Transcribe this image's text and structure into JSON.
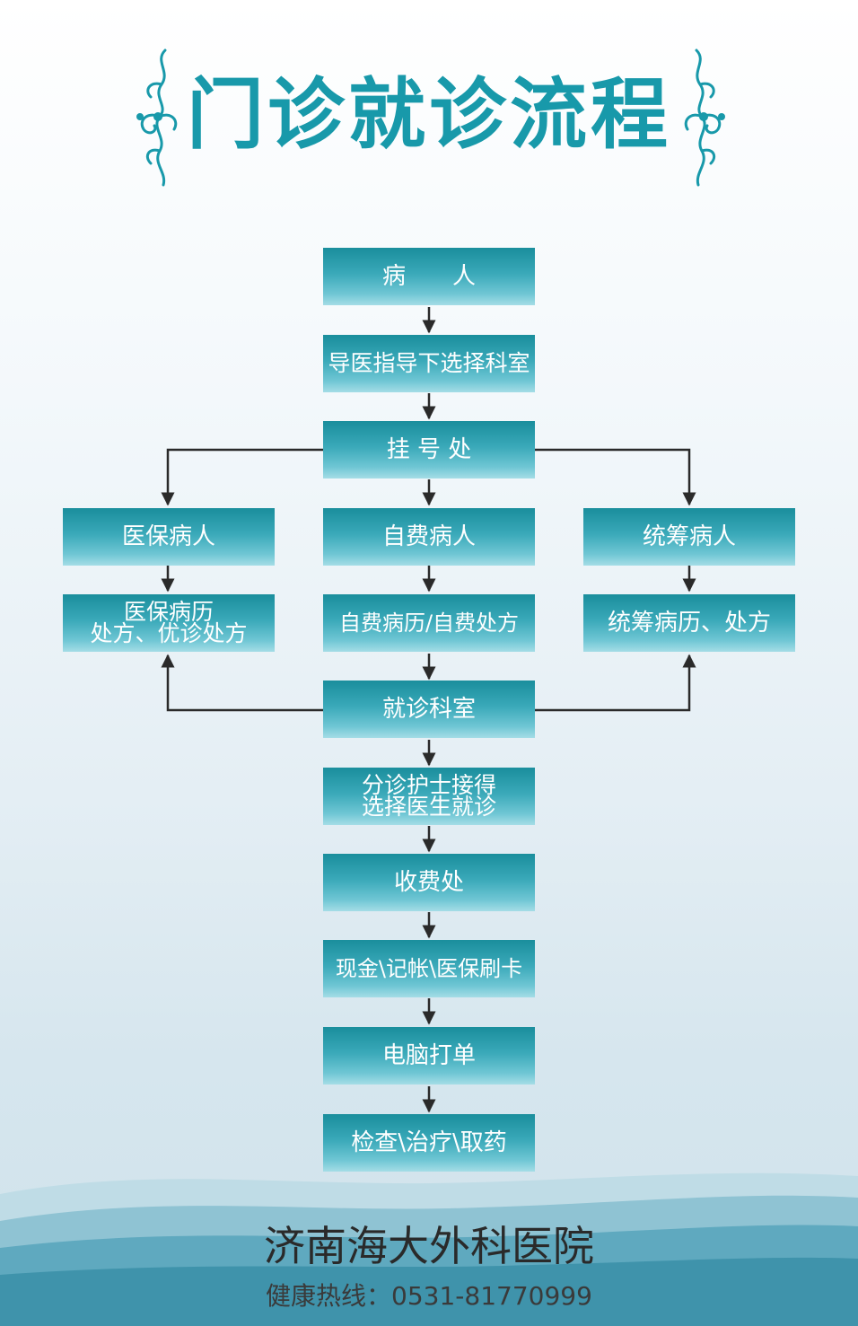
{
  "title": "门诊就诊流程",
  "colors": {
    "accent": "#1899aa",
    "box_top": "#1a8e9c",
    "box_bottom": "#a4dde6",
    "arrow": "#2a2a2a"
  },
  "nodes": {
    "patient": "病　　人",
    "guide": "导医指导下选择科室",
    "registration": "挂 号 处",
    "insured": "医保病人",
    "self_pay": "自费病人",
    "pooled": "统筹病人",
    "insured_record_1": "医保病历",
    "insured_record_2": "处方、优诊处方",
    "self_pay_record": "自费病历/自费处方",
    "pooled_record": "统筹病历、处方",
    "clinic": "就诊科室",
    "triage_1": "分诊护士接得",
    "triage_2": "选择医生就诊",
    "cashier": "收费处",
    "payment": "现金\\记帐\\医保刷卡",
    "print": "电脑打单",
    "final": "检查\\治疗\\取药"
  },
  "footer": {
    "hospital": "济南海大外科医院",
    "hotline": "健康热线：0531-81770999"
  }
}
